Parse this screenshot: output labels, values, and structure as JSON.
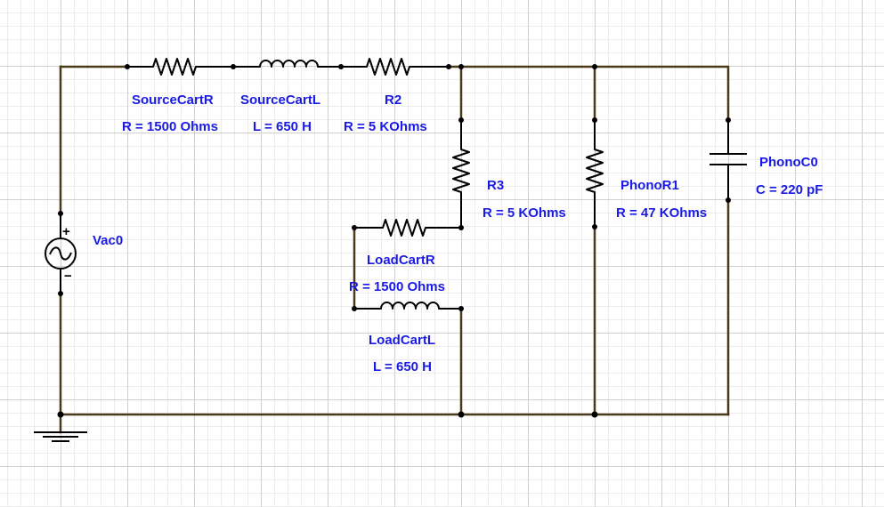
{
  "schematic": {
    "components": [
      {
        "id": "source-cart-r",
        "name": "SourceCartR",
        "value": "R = 1500 Ohms"
      },
      {
        "id": "source-cart-l",
        "name": "SourceCartL",
        "value": "L = 650 H"
      },
      {
        "id": "r2",
        "name": "R2",
        "value": "R = 5 KOhms"
      },
      {
        "id": "r3",
        "name": "R3",
        "value": "R = 5 KOhms"
      },
      {
        "id": "phono-r1",
        "name": "PhonoR1",
        "value": "R = 47 KOhms"
      },
      {
        "id": "phono-c0",
        "name": "PhonoC0",
        "value": "C = 220 pF"
      },
      {
        "id": "vac0",
        "name": "Vac0",
        "value": ""
      },
      {
        "id": "load-cart-r",
        "name": "LoadCartR",
        "value": "R = 1500 Ohms"
      },
      {
        "id": "load-cart-l",
        "name": "LoadCartL",
        "value": "L = 650 H"
      }
    ],
    "source_polarity": {
      "plus": "+",
      "minus": "−"
    },
    "colors": {
      "wire": "#4a3a1a",
      "label": "#1a1ae6",
      "component": "#000000"
    },
    "icons": [
      "resistor-icon",
      "inductor-icon",
      "capacitor-icon",
      "ac-source-icon",
      "ground-icon"
    ]
  }
}
